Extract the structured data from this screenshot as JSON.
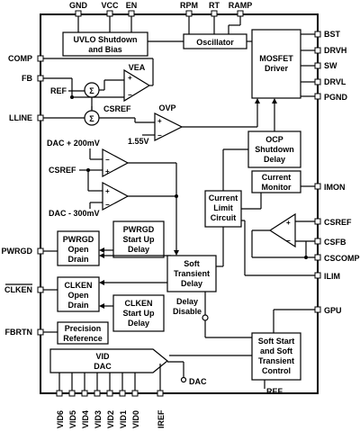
{
  "pins": {
    "gnd": "GND",
    "vcc": "VCC",
    "en": "EN",
    "rpm": "RPM",
    "rt": "RT",
    "ramp": "RAMP",
    "comp": "COMP",
    "fb": "FB",
    "lline": "LLINE",
    "pwrgd": "PWRGD",
    "clken": "CLKEN",
    "fbrtn": "FBRTN",
    "bst": "BST",
    "drvh": "DRVH",
    "sw": "SW",
    "drvl": "DRVL",
    "pgnd": "PGND",
    "imon": "IMON",
    "csref": "CSREF",
    "csfb": "CSFB",
    "cscomp": "CSCOMP",
    "ilim": "ILIM",
    "gpu": "GPU",
    "vid6": "VID6",
    "vid5": "VID5",
    "vid4": "VID4",
    "vid3": "VID3",
    "vid2": "VID2",
    "vid1": "VID1",
    "vid0": "VID0",
    "iref": "IREF"
  },
  "blocks": {
    "uvlo": [
      "UVLO Shutdown",
      "and Bias"
    ],
    "oscillator": [
      "Oscillator"
    ],
    "mosfet": [
      "MOSFET",
      "Driver"
    ],
    "ocp": [
      "OCP",
      "Shutdown",
      "Delay"
    ],
    "current_monitor": [
      "Current",
      "Monitor"
    ],
    "current_limit": [
      "Current",
      "Limit",
      "Circuit"
    ],
    "pwrgd_startup": [
      "PWRGD",
      "Start Up",
      "Delay"
    ],
    "pwrgd_drain": [
      "PWRGD",
      "Open",
      "Drain"
    ],
    "soft_transient": [
      "Soft",
      "Transient",
      "Delay"
    ],
    "clken_drain": [
      "CLKEN",
      "Open",
      "Drain"
    ],
    "clken_startup": [
      "CLKEN",
      "Start Up",
      "Delay"
    ],
    "precision_ref": [
      "Precision",
      "Reference"
    ],
    "soft_start": [
      "Soft Start",
      "and Soft",
      "Transient",
      "Control"
    ],
    "vid_dac": [
      "VID",
      "DAC"
    ]
  },
  "labels": {
    "vea": "VEA",
    "ovp": "OVP",
    "ref": "REF",
    "csref_int": "CSREF",
    "v155": "1.55V",
    "dac_plus": "DAC + 200mV",
    "csref_mid": "CSREF",
    "dac_minus": "DAC - 300mV",
    "delay_disable": [
      "Delay",
      "Disable"
    ],
    "dac_out": "DAC",
    "ref_bottom": "REF",
    "sigma": "Σ"
  },
  "colors": {
    "line": "#000000",
    "background": "#ffffff"
  }
}
